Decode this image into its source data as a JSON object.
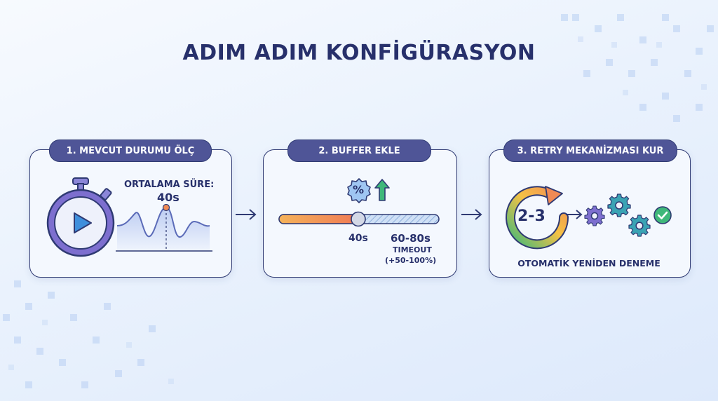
{
  "title": "ADIM ADIM KONFİGÜRASYON",
  "steps": [
    {
      "label": "1. MEVCUT DURUMU ÖLÇ",
      "metric_label": "ORTALAMA SÜRE:",
      "metric_value": "40s"
    },
    {
      "label": "2. BUFFER EKLE",
      "percent_symbol": "%",
      "marker_value": "40s",
      "timeout_value": "60-80s",
      "timeout_label": "TIMEOUT",
      "timeout_increase": "(+50-100%)"
    },
    {
      "label": "3. RETRY MEKANİZMASI KUR",
      "retry_count": "2-3",
      "caption": "OTOMATİK YENİDEN DENEME"
    }
  ],
  "colors": {
    "navy": "#27306b",
    "pill": "#4f5597",
    "orange": "#f08a55",
    "green": "#3fb87a",
    "teal": "#2f9aa8",
    "purple": "#7d6fcf"
  }
}
